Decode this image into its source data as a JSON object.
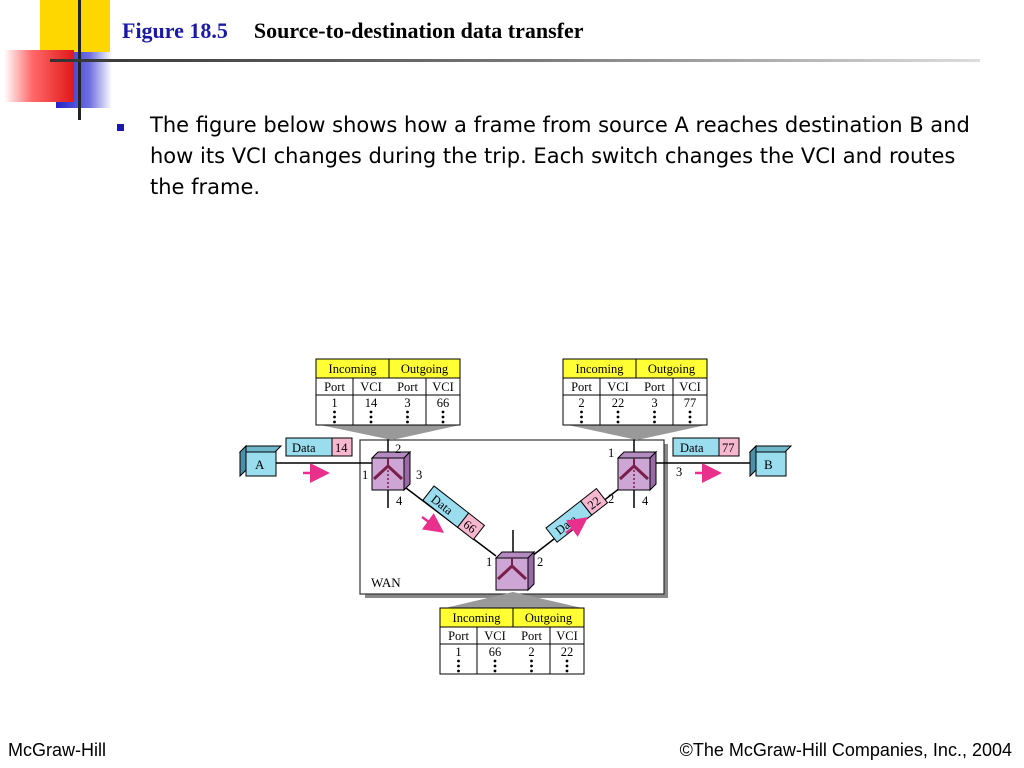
{
  "slide": {
    "figure_label": "Figure 18.5",
    "title": "Source-to-destination data transfer",
    "bullet": "The figure below shows how a frame from source A reaches destination B and how its VCI changes during the trip. Each switch changes the VCI and routes the frame."
  },
  "footer": {
    "left": "McGraw-Hill",
    "right": "©The McGraw-Hill Companies, Inc., 2004"
  },
  "diagram": {
    "wan_label": "WAN",
    "station_a": "A",
    "station_b": "B",
    "frame_word": "Data",
    "frames": {
      "at_a": "14",
      "s1_s2": "66",
      "s2_s3": "22",
      "at_b": "77"
    },
    "ports": {
      "s1": [
        "1",
        "2",
        "3",
        "4"
      ],
      "s2": [
        "1",
        "2"
      ],
      "s3": [
        "1",
        "2",
        "3",
        "4"
      ]
    },
    "tables": [
      {
        "id": "switch1",
        "incoming": "Incoming",
        "outgoing": "Outgoing",
        "columns": [
          "Port",
          "VCI",
          "Port",
          "VCI"
        ],
        "row": [
          "1",
          "14",
          "3",
          "66"
        ]
      },
      {
        "id": "switch3",
        "incoming": "Incoming",
        "outgoing": "Outgoing",
        "columns": [
          "Port",
          "VCI",
          "Port",
          "VCI"
        ],
        "row": [
          "2",
          "22",
          "3",
          "77"
        ]
      },
      {
        "id": "switch2",
        "incoming": "Incoming",
        "outgoing": "Outgoing",
        "columns": [
          "Port",
          "VCI",
          "Port",
          "VCI"
        ],
        "row": [
          "1",
          "66",
          "2",
          "22"
        ]
      }
    ],
    "colors": {
      "header_yellow": "#ffff33",
      "frame_cyan": "#99ddee",
      "vci_pink": "#f7b8cf",
      "switch_purple": "#cda6d6",
      "switch_line": "#7a1f4a",
      "arrow_magenta": "#e8308c"
    }
  }
}
